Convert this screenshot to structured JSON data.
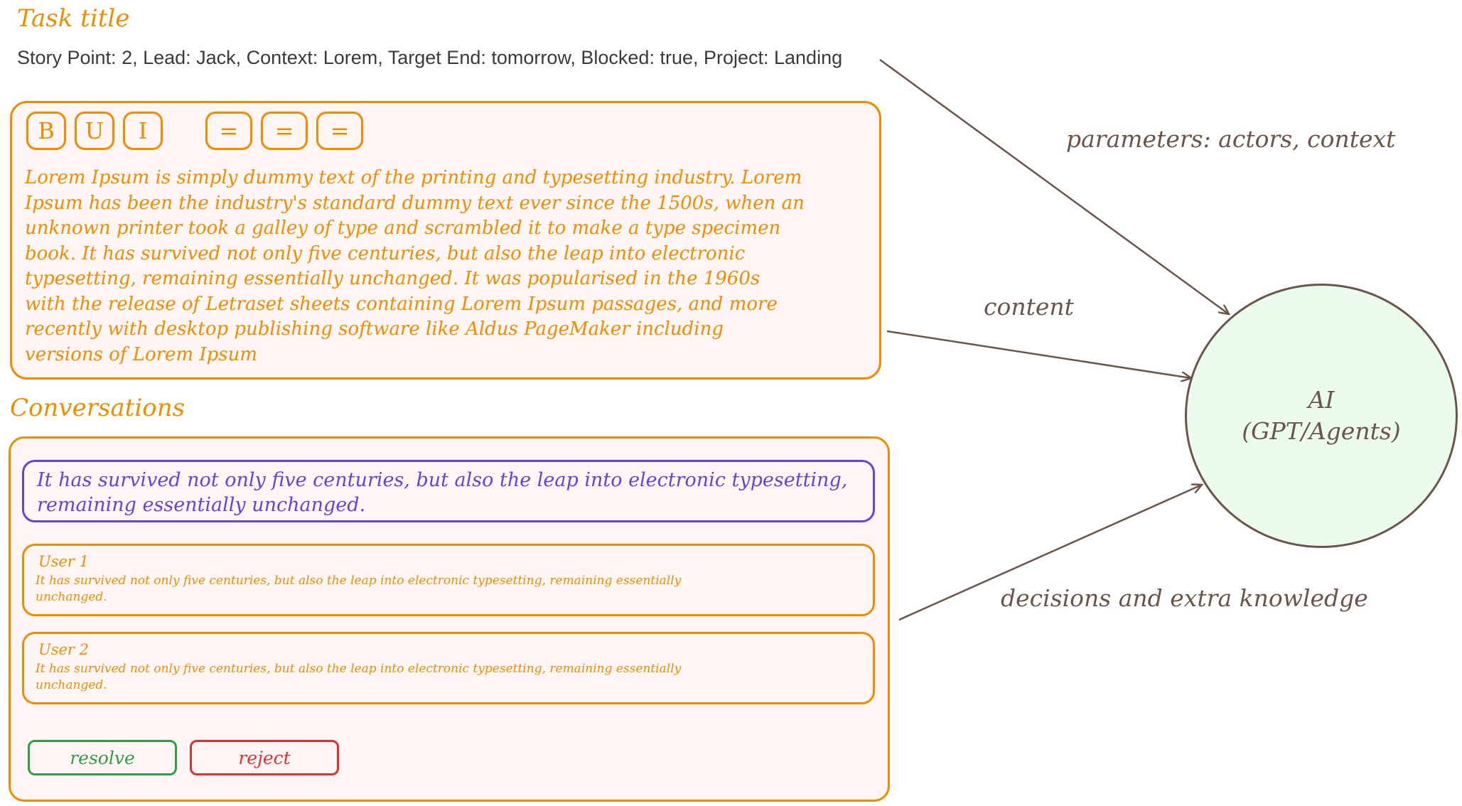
{
  "task": {
    "title": "Task title",
    "meta": "Story Point: 2, Lead: Jack, Context: Lorem, Target End: tomorrow, Blocked: true, Project: Landing"
  },
  "editor": {
    "toolbar": {
      "bold_label": "B",
      "underline_label": "U",
      "italic_label": "I",
      "align_left_label": "=",
      "align_center_label": "=",
      "align_right_label": "="
    },
    "text": "Lorem Ipsum is simply dummy text of the printing and typesetting industry. Lorem Ipsum has been the industry's standard dummy text ever since the 1500s, when an unknown printer took a galley of type and scrambled it to make a type specimen book. It has survived not only five centuries, but also the leap into electronic typesetting, remaining essentially unchanged. It was popularised in the 1960s with the release of Letraset sheets containing Lorem Ipsum passages, and more recently with desktop publishing software like Aldus PageMaker including versions of Lorem Ipsum"
  },
  "conversations": {
    "title": "Conversations",
    "quote": "It has survived not only five centuries, but also the leap into electronic typesetting, remaining essentially unchanged.",
    "comments": [
      {
        "user": "User 1",
        "text": "It has survived not only five centuries, but also the leap into electronic typesetting, remaining essentially unchanged."
      },
      {
        "user": "User 2",
        "text": "It has survived not only five centuries, but also the leap into electronic typesetting, remaining essentially unchanged."
      }
    ],
    "resolve_label": "resolve",
    "reject_label": "reject"
  },
  "arrows": {
    "parameters_label": "parameters: actors, context",
    "content_label": "content",
    "decisions_label": "decisions and extra knowledge"
  },
  "ai_node": {
    "line1": "AI",
    "line2": "(GPT/Agents)"
  },
  "colors": {
    "orange": "#f08c00",
    "purple": "#6741d9",
    "green": "#2f9e44",
    "red": "#e03131",
    "arrow": "#6b5548",
    "ai_fill": "#ebfbee",
    "box_fill": "#fff5f5"
  }
}
